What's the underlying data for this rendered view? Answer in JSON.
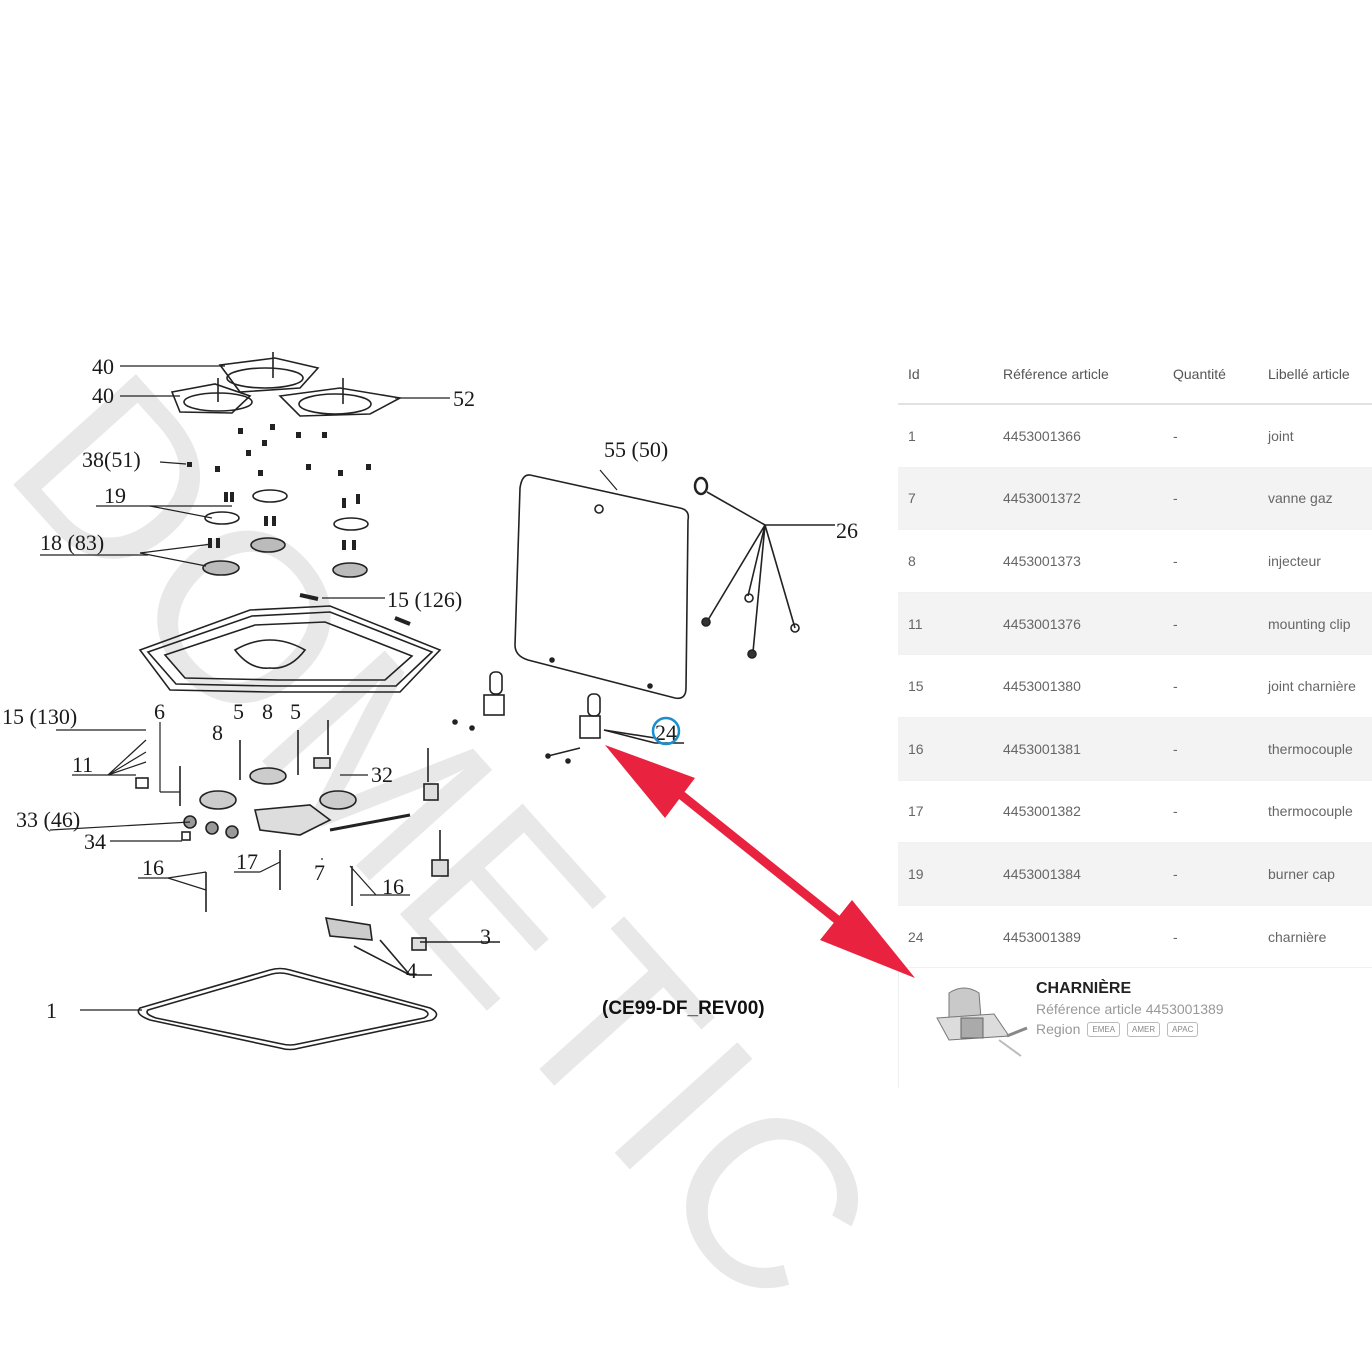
{
  "diagram": {
    "watermark": "DOMETIC",
    "reference": "(CE99-DF_REV00)",
    "callouts": {
      "c40a": "40",
      "c40b": "40",
      "c52": "52",
      "c38": "38(51)",
      "c19": "19",
      "c18": "18 (83)",
      "c15a": "15 (126)",
      "c55": "55 (50)",
      "c26": "26",
      "c15b": "15 (130)",
      "c6": "6",
      "c8a": "8",
      "c5a": "5",
      "c8b": "8",
      "c5b": "5",
      "c11": "11",
      "c32": "32",
      "c24": "24",
      "c33": "33 (46)",
      "c34": "34",
      "c16a": "16",
      "c17": "17",
      "c7": "7",
      "c16b": "16",
      "c3": "3",
      "c4": "4",
      "c1": "1"
    }
  },
  "table": {
    "headers": {
      "id": "Id",
      "ref": "Référence article",
      "qty": "Quantité",
      "label": "Libellé article"
    },
    "rows": [
      {
        "id": "1",
        "ref": "4453001366",
        "qty": "-",
        "label": "joint"
      },
      {
        "id": "7",
        "ref": "4453001372",
        "qty": "-",
        "label": "vanne gaz"
      },
      {
        "id": "8",
        "ref": "4453001373",
        "qty": "-",
        "label": "injecteur"
      },
      {
        "id": "11",
        "ref": "4453001376",
        "qty": "-",
        "label": "mounting clip"
      },
      {
        "id": "15",
        "ref": "4453001380",
        "qty": "-",
        "label": "joint charnière"
      },
      {
        "id": "16",
        "ref": "4453001381",
        "qty": "-",
        "label": "thermocouple"
      },
      {
        "id": "17",
        "ref": "4453001382",
        "qty": "-",
        "label": "thermocouple"
      },
      {
        "id": "19",
        "ref": "4453001384",
        "qty": "-",
        "label": "burner cap"
      },
      {
        "id": "24",
        "ref": "4453001389",
        "qty": "-",
        "label": "charnière"
      }
    ]
  },
  "detail": {
    "title": "CHARNIÈRE",
    "ref_label": "Référence article",
    "ref_value": "4453001389",
    "region_label": "Region",
    "regions": [
      "EMEA",
      "AMER",
      "APAC"
    ]
  },
  "colors": {
    "arrow": "#e8223f",
    "highlight_circle": "#1a8fd0"
  }
}
